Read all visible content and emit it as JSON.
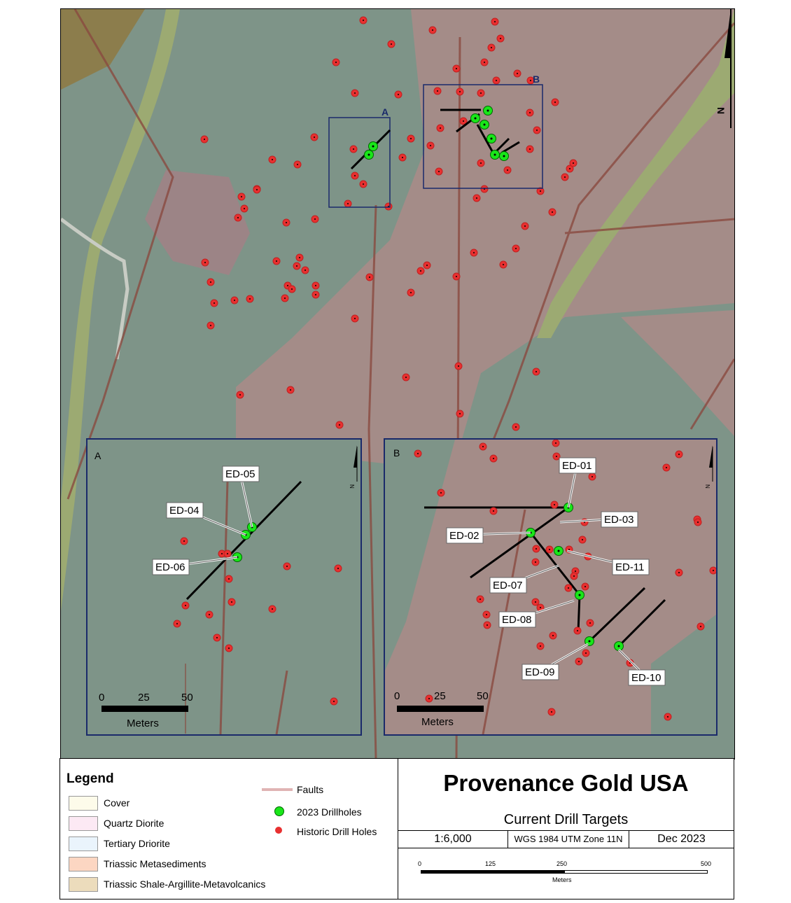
{
  "map": {
    "north_label": "N",
    "inset_box_labels": [
      "A",
      "B"
    ],
    "inset_a": {
      "label": "A",
      "north_label": "N",
      "scale_ticks": [
        "0",
        "25",
        "50"
      ],
      "scale_unit": "Meters",
      "drillholes": [
        "ED-05",
        "ED-04",
        "ED-06"
      ]
    },
    "inset_b": {
      "label": "B",
      "north_label": "N",
      "scale_ticks": [
        "0",
        "25",
        "50"
      ],
      "scale_unit": "Meters",
      "drillholes": [
        "ED-01",
        "ED-03",
        "ED-02",
        "ED-11",
        "ED-07",
        "ED-08",
        "ED-09",
        "ED-10"
      ]
    },
    "colors": {
      "drillhole_2023": "#19e619",
      "historic": "#e83030",
      "fault": "#8a4a40",
      "frame": "#1a2a6a"
    }
  },
  "legend": {
    "title": "Legend",
    "units": [
      {
        "label": "Cover",
        "color": "#fdfbea"
      },
      {
        "label": "Quartz Diorite",
        "color": "#fce9f4"
      },
      {
        "label": "Tertiary Driorite",
        "color": "#eaf4fc"
      },
      {
        "label": "Triassic Metasediments",
        "color": "#fcd6c2"
      },
      {
        "label": "Triassic Shale-Argillite-Metavolcanics",
        "color": "#ecdcbc"
      }
    ],
    "symbols": {
      "faults": "Faults",
      "drillholes_2023": "2023 Drillholes",
      "historic": "Historic Drill Holes"
    }
  },
  "title_block": {
    "title": "Provenance Gold USA",
    "subtitle": "Current Drill Targets",
    "scale": "1:6,000",
    "projection": "WGS 1984 UTM Zone 11N",
    "date": "Dec 2023",
    "scalebar_ticks": [
      "0",
      "125",
      "250",
      "500"
    ],
    "scalebar_unit": "Meters"
  }
}
